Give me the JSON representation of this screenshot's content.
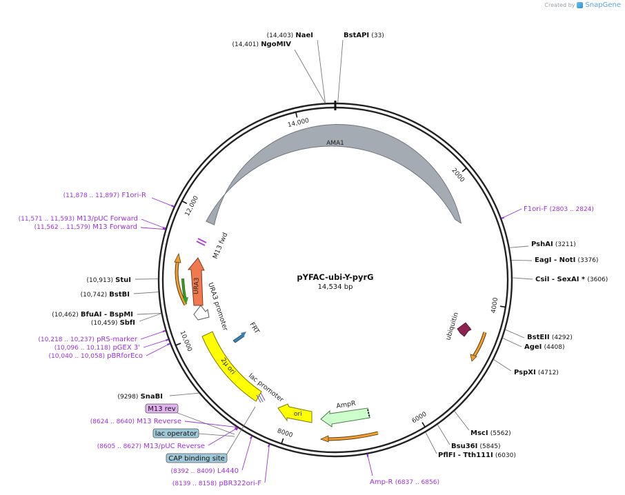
{
  "branding": {
    "created_by": "Created by",
    "app": "SnapGene"
  },
  "plasmid": {
    "name": "pYFAC-ubi-Y-pyrG",
    "size": "14,534 bp",
    "length": 14534
  },
  "ticks": [
    {
      "label": "14,000",
      "pos": 14000
    },
    {
      "label": "2000",
      "pos": 2000
    },
    {
      "label": "12,000",
      "pos": 12000
    },
    {
      "label": "4000",
      "pos": 4000
    },
    {
      "label": "10,000",
      "pos": 10000
    },
    {
      "label": "6000",
      "pos": 6000
    },
    {
      "label": "8000",
      "pos": 8000
    }
  ],
  "enzymes": [
    {
      "name": "NaeI",
      "pos": "(14,403)",
      "site": 14403
    },
    {
      "name": "NgoMIV",
      "pos": "(14,401)",
      "site": 14401
    },
    {
      "name": "BstAPI",
      "pos": "(33)",
      "site": 33
    },
    {
      "name": "PshAI",
      "pos": "(3211)",
      "site": 3211
    },
    {
      "name": "EagI - NotI",
      "pos": "(3376)",
      "site": 3376
    },
    {
      "name": "CsiI - SexAI *",
      "pos": "(3606)",
      "site": 3606
    },
    {
      "name": "BstEII",
      "pos": "(4292)",
      "site": 4292
    },
    {
      "name": "AgeI",
      "pos": "(4408)",
      "site": 4408
    },
    {
      "name": "PspXI",
      "pos": "(4712)",
      "site": 4712
    },
    {
      "name": "MscI",
      "pos": "(5562)",
      "site": 5562
    },
    {
      "name": "Bsu36I",
      "pos": "(5845)",
      "site": 5845
    },
    {
      "name": "PflFI - Tth111I",
      "pos": "(6030)",
      "site": 6030
    },
    {
      "name": "StuI",
      "pos": "(10,913)",
      "site": 10913
    },
    {
      "name": "BstBI",
      "pos": "(10,742)",
      "site": 10742
    },
    {
      "name": "BfuAI - BspMI",
      "pos": "(10,462)",
      "site": 10462
    },
    {
      "name": "SbfI",
      "pos": "(10,459)",
      "site": 10459
    },
    {
      "name": "SnaBI",
      "pos": "(9298)",
      "site": 9298
    }
  ],
  "primers": [
    {
      "name": "F1ori-R",
      "range": "(11,878 .. 11,897)",
      "site": 11887
    },
    {
      "name": "M13/pUC Forward",
      "range": "(11,571 .. 11,593)",
      "site": 11582
    },
    {
      "name": "M13 Forward",
      "range": "(11,562 .. 11,579)",
      "site": 11570
    },
    {
      "name": "F1ori-F",
      "range": "(2803 .. 2824)",
      "site": 2813
    },
    {
      "name": "pRS-marker",
      "range": "(10,218 .. 10,237)",
      "site": 10227
    },
    {
      "name": "pGEX 3'",
      "range": "(10,096 .. 10,118)",
      "site": 10107
    },
    {
      "name": "pBRforEco",
      "range": "(10,040 .. 10,058)",
      "site": 10049
    },
    {
      "name": "M13 Reverse",
      "range": "(8624 .. 8640)",
      "site": 8632
    },
    {
      "name": "M13/pUC Reverse",
      "range": "(8605 .. 8627)",
      "site": 8616
    },
    {
      "name": "L4440",
      "range": "(8392 .. 8409)",
      "site": 8400
    },
    {
      "name": "pBR322ori-F",
      "range": "(8139 .. 8158)",
      "site": 8148
    },
    {
      "name": "Amp-R",
      "range": "(6837 .. 6856)",
      "site": 6846
    }
  ],
  "boxed_features": [
    {
      "name": "M13 rev",
      "fill": "#e3b3f0"
    },
    {
      "name": "lac operator",
      "fill": "#9fc9d9"
    },
    {
      "name": "CAP binding site",
      "fill": "#9fc9d9"
    }
  ],
  "features": {
    "ama1": "AMA1",
    "ura3": "URA3",
    "ura3_promoter": "URA3 promoter",
    "m13_fwd": "M13 fwd",
    "frt": "FRT",
    "two_micron_ori": "2µ ori",
    "lac_promoter": "lac promoter",
    "ori": "ori",
    "ampr": "AmpR",
    "ubiquitin": "ubiquitin"
  },
  "colors": {
    "backbone": "#222222",
    "enzyme_line": "#777777",
    "primer": "#9b30d9",
    "ama1": "#a5abb2",
    "ura3": "#f07a4e",
    "yellow": "#ffff00",
    "ampr": "#ccffcc",
    "ubiquitin": "#8c2252",
    "orange_arrow": "#f0a030",
    "green_arrow": "#3d9b2a",
    "frt": "#3b7fb0"
  }
}
